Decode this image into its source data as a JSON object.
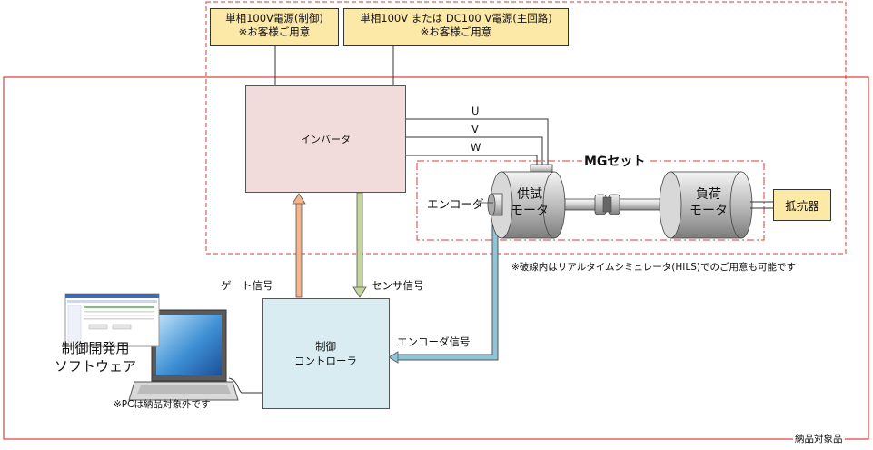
{
  "power_control": {
    "line1": "単相100V電源(制御)",
    "line2": "※お客様ご用意"
  },
  "power_main": {
    "line1": "単相100V または DC100 V電源(主回路)",
    "line2": "※お客様ご用意"
  },
  "inverter": {
    "label": "インバータ"
  },
  "phases": [
    "U",
    "V",
    "W"
  ],
  "mg_set": {
    "label": "MGセット"
  },
  "encoder": {
    "label": "エンコーダ"
  },
  "test_motor": {
    "line1": "供試",
    "line2": "モータ"
  },
  "load_motor": {
    "line1": "負荷",
    "line2": "モータ"
  },
  "resistor": {
    "label": "抵抗器"
  },
  "controller": {
    "line1": "制御",
    "line2": "コントローラ"
  },
  "signals": {
    "gate": "ゲート信号",
    "sensor": "センサ信号",
    "encoder": "エンコーダ信号"
  },
  "software": {
    "line1": "制御開発用",
    "line2": "ソフトウェア"
  },
  "notes": {
    "dashed_area": "※破線内はリアルタイムシミュレータ(HILS)でのご用意も可能です",
    "pc": "※PCは納品対象外です",
    "scope": "納品対象品"
  },
  "colors": {
    "scope_border": "#e53935",
    "psu_fill": "#fde9a7",
    "inverter_fill": "#f2dcdb",
    "controller_fill": "#d9ecf2",
    "gate_arrow": "#f5b48c",
    "sensor_arrow": "#c3d69b",
    "encoder_arrow": "#8fc5d8"
  }
}
